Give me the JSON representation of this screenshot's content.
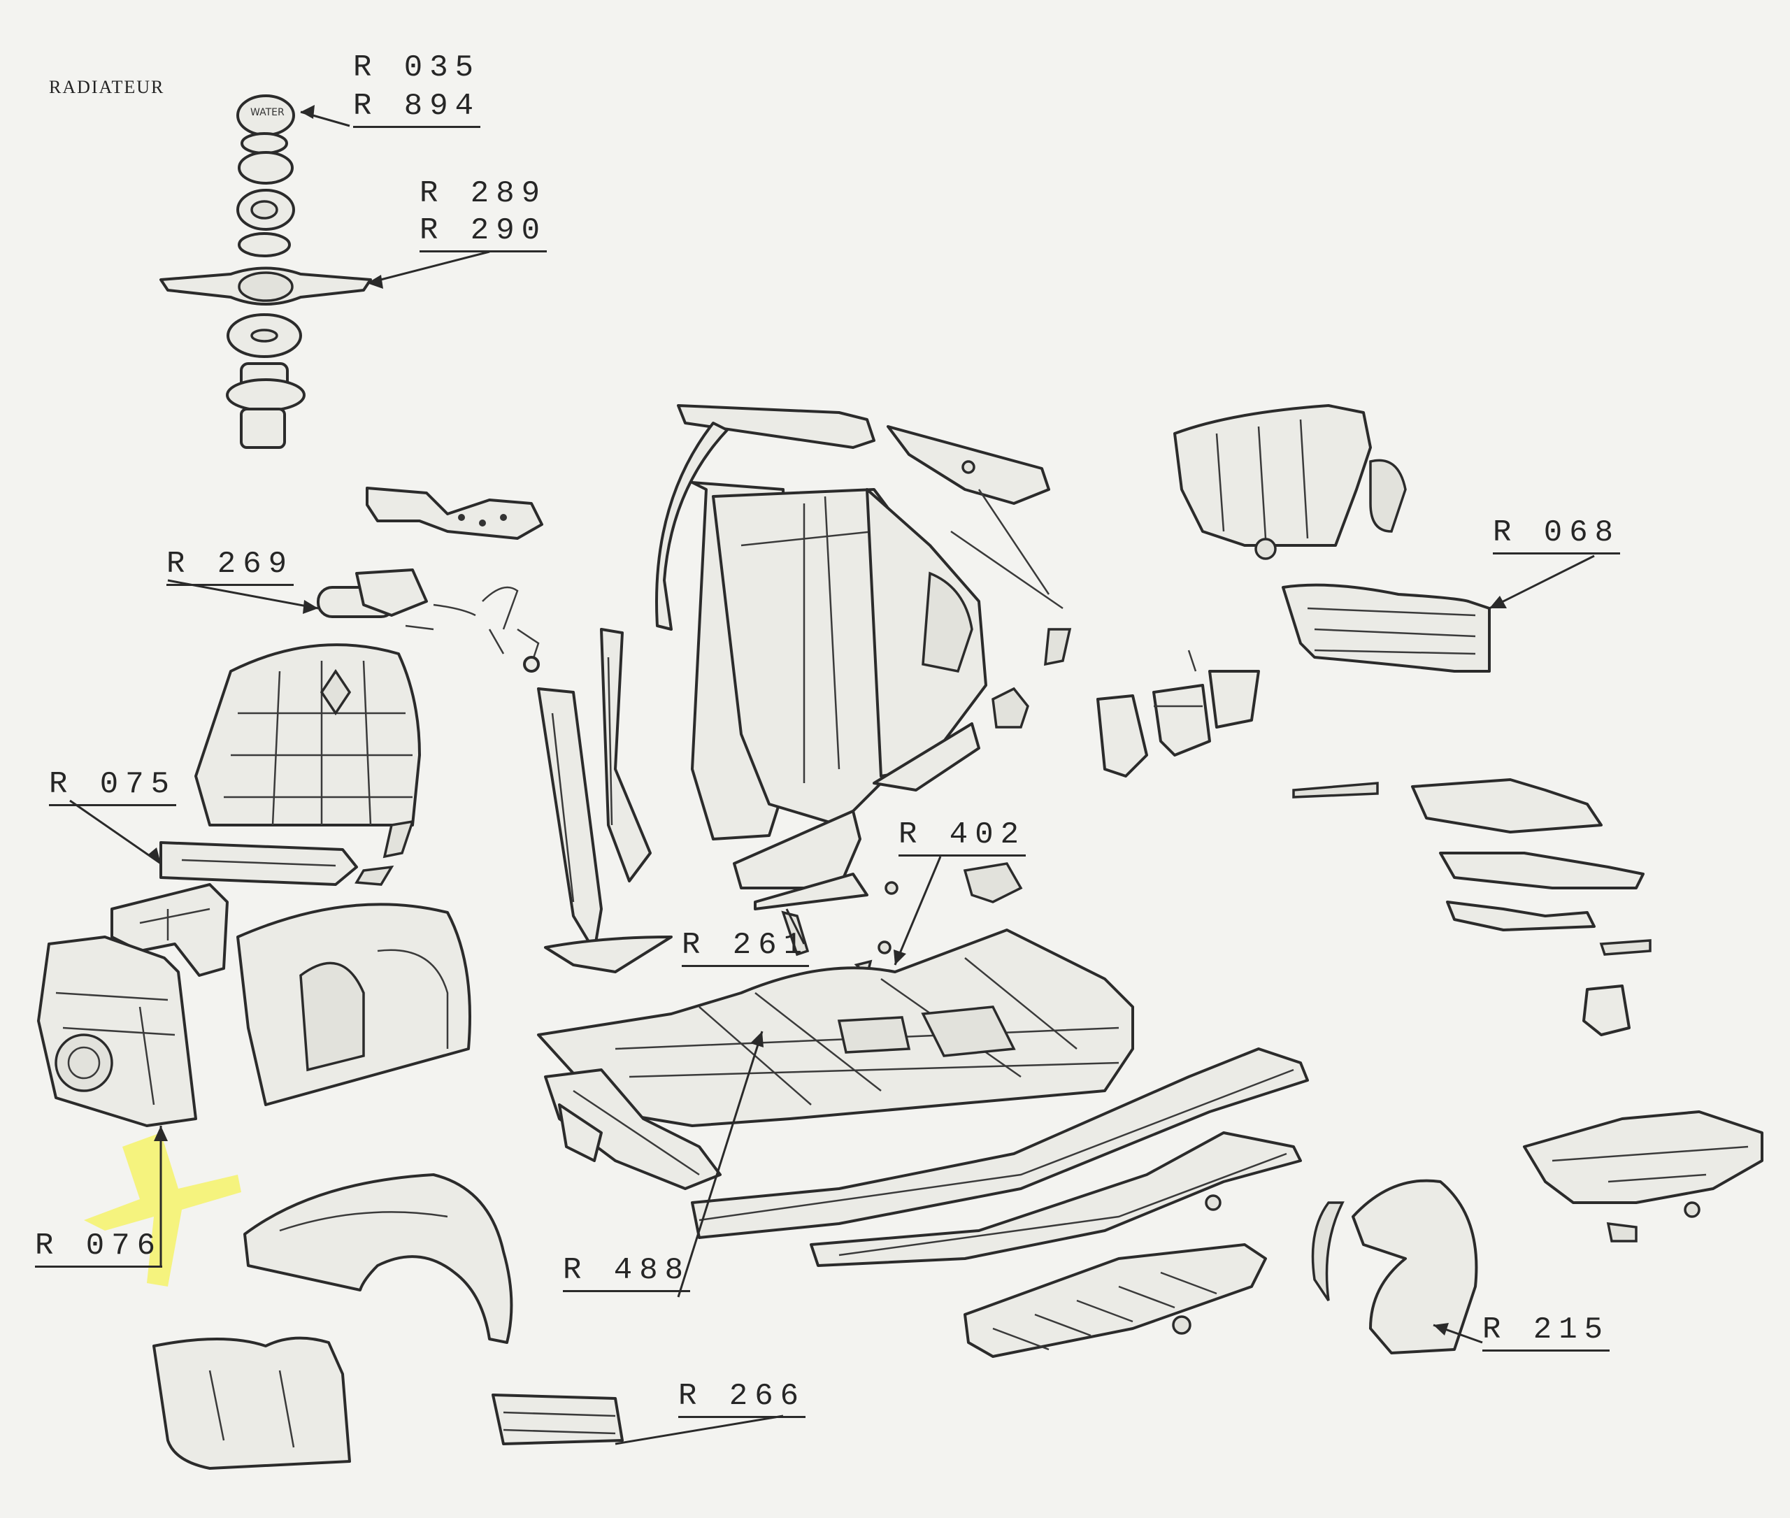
{
  "section_title": "RADIATEUR",
  "labels": {
    "r035": "R 035",
    "r894": "R 894",
    "r289": "R 289",
    "r290": "R 290",
    "r269": "R 269",
    "r068": "R 068",
    "r075": "R 075",
    "r402": "R 402",
    "r261": "R 261",
    "r076": "R 076",
    "r488": "R 488",
    "r215": "R 215",
    "r266": "R 266"
  },
  "colors": {
    "paper": "#f3f3f0",
    "ink": "#2b2b2b",
    "highlight": "#f4f26a"
  },
  "icons": {
    "radiator-cap": "water-cap-icon"
  },
  "cap_text": "WATER"
}
